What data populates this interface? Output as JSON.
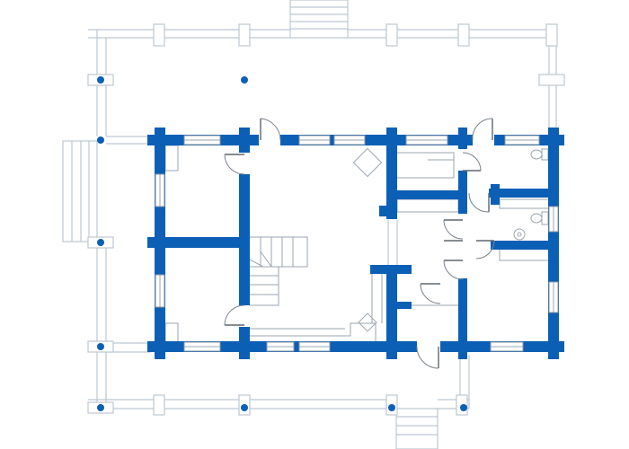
{
  "colors": {
    "wall": "#0b5fb5",
    "line": "#bcc8d3",
    "fixture": "#9aa6b1",
    "door": "#7a838c",
    "background": "#ffffff"
  },
  "icons": [
    "post-dot",
    "door-swing-icon",
    "window-mark",
    "toilet-icon",
    "sink-icon",
    "stairs"
  ]
}
